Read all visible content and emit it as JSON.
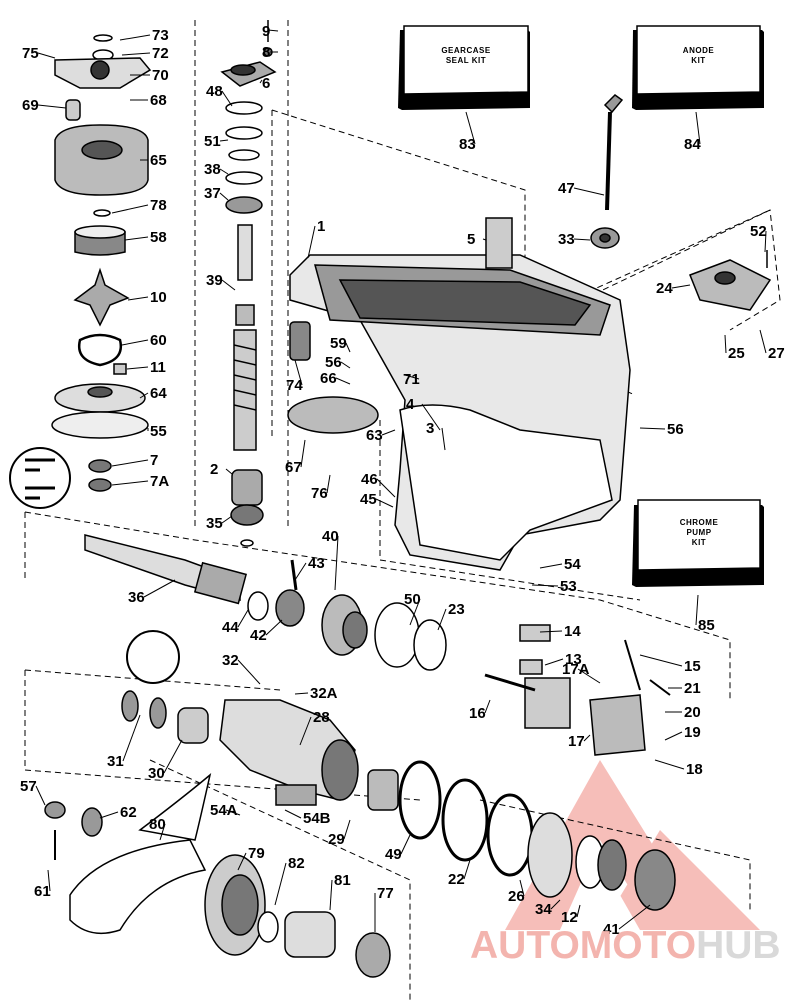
{
  "kits": {
    "gearcase_seal": [
      "GEARCASE",
      "SEAL KIT"
    ],
    "anode": [
      "ANODE",
      "KIT"
    ],
    "chrome_pump": [
      "CHROME",
      "PUMP",
      "KIT"
    ]
  },
  "callouts": [
    "73",
    "72",
    "75",
    "70",
    "69",
    "68",
    "65",
    "78",
    "58",
    "10",
    "60",
    "11",
    "64",
    "55",
    "7",
    "7A",
    "9",
    "8",
    "6",
    "48",
    "51",
    "38",
    "37",
    "39",
    "2",
    "35",
    "36",
    "44",
    "42",
    "43",
    "40",
    "83",
    "84",
    "1",
    "5",
    "47",
    "33",
    "52",
    "24",
    "25",
    "27",
    "74",
    "59",
    "56",
    "66",
    "71",
    "4",
    "3",
    "63",
    "67",
    "76",
    "46",
    "45",
    "56",
    "50",
    "23",
    "14",
    "13",
    "17A",
    "15",
    "21",
    "16",
    "20",
    "19",
    "17",
    "18",
    "54",
    "53",
    "85",
    "32",
    "32A",
    "28",
    "31",
    "30",
    "57",
    "62",
    "80",
    "54A",
    "54B",
    "29",
    "49",
    "22",
    "26",
    "34",
    "12",
    "41",
    "61",
    "79",
    "82",
    "81",
    "77"
  ],
  "watermark": {
    "part_a": "AUTOMOTO",
    "part_b": "HUB",
    "colors": {
      "part_a": "#f3b4ae",
      "part_b": "#d9d9d9",
      "logo": "#f08a80"
    }
  }
}
